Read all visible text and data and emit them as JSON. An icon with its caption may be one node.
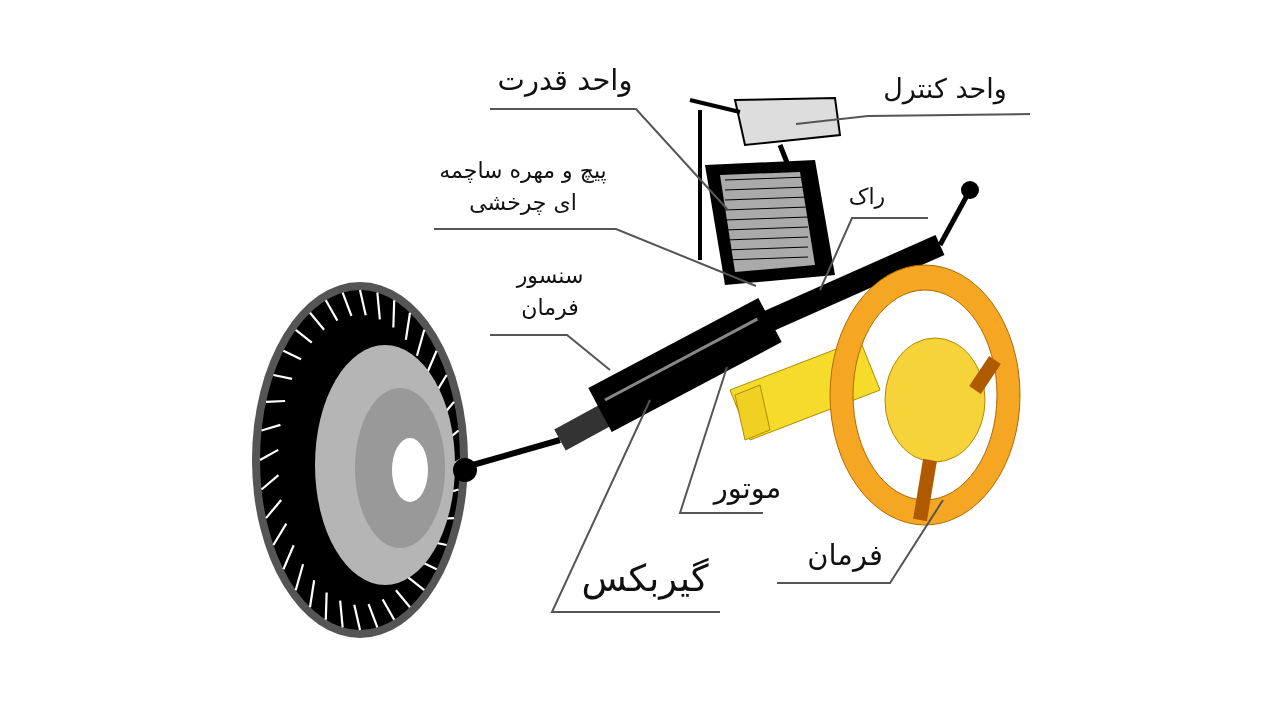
{
  "diagram": {
    "nodes": [
      {
        "text": [
          "واحد قدرت"
        ]
      },
      {
        "text": [
          "واحد کنترل"
        ]
      },
      {
        "text": [
          "پیچ و مهره ساچمه ای چرخشی"
        ]
      },
      {
        "text": [
          "راک"
        ]
      },
      {
        "text": [
          "سنسور فرمان"
        ]
      },
      {
        "text": [
          "موتور"
        ]
      },
      {
        "text": [
          "فرمان"
        ]
      },
      {
        "text": [
          "گیربکس"
        ]
      }
    ],
    "edges": [
      {
        "from": 0,
        "to": null,
        "arrow": "none"
      },
      {
        "from": 1,
        "to": null,
        "arrow": "none"
      },
      {
        "from": 2,
        "to": null,
        "arrow": "none"
      },
      {
        "from": 3,
        "to": null,
        "arrow": "none"
      },
      {
        "from": 4,
        "to": null,
        "arrow": "none"
      },
      {
        "from": 5,
        "to": null,
        "arrow": "none"
      },
      {
        "from": 6,
        "to": null,
        "arrow": "none"
      },
      {
        "from": 7,
        "to": null,
        "arrow": "none"
      }
    ]
  }
}
